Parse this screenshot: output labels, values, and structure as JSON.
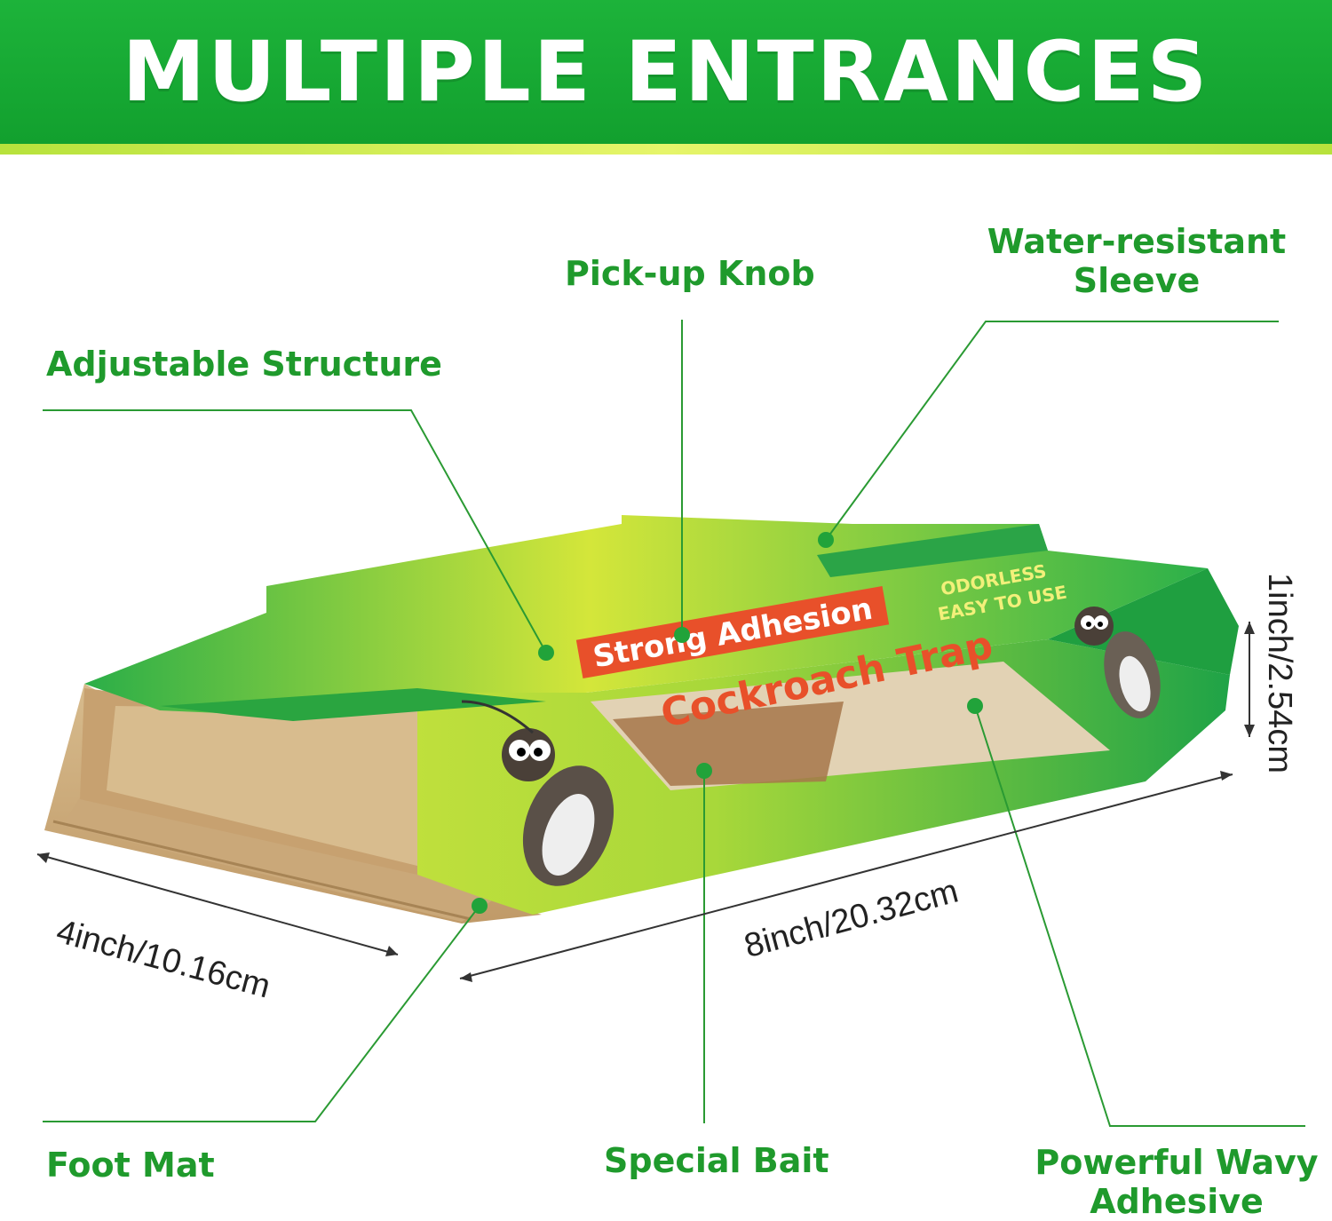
{
  "banner": {
    "title": "MULTIPLE ENTRANCES"
  },
  "callouts": {
    "pickup_knob": "Pick-up Knob",
    "water_resistant": [
      "Water-resistant",
      "Sleeve"
    ],
    "adjustable": "Adjustable Structure",
    "foot_mat": "Foot Mat",
    "special_bait": "Special Bait",
    "wavy_adhesive": [
      "Powerful Wavy",
      "Adhesive"
    ]
  },
  "dimensions": {
    "width": "4inch/10.16cm",
    "length": "8inch/20.32cm",
    "height": "1inch/2.54cm"
  },
  "product": {
    "label_main": "Cockroach Trap",
    "label_badge": "Strong Adhesion",
    "label_side": [
      "ODORLESS",
      "EASY TO USE"
    ]
  },
  "colors": {
    "green": "#1f9a2c",
    "banner": "#16a632",
    "cardboard": "#c9a878",
    "trap_green": "#2bb04a",
    "trap_yellow": "#d6e83a",
    "badge": "#e8502a"
  }
}
